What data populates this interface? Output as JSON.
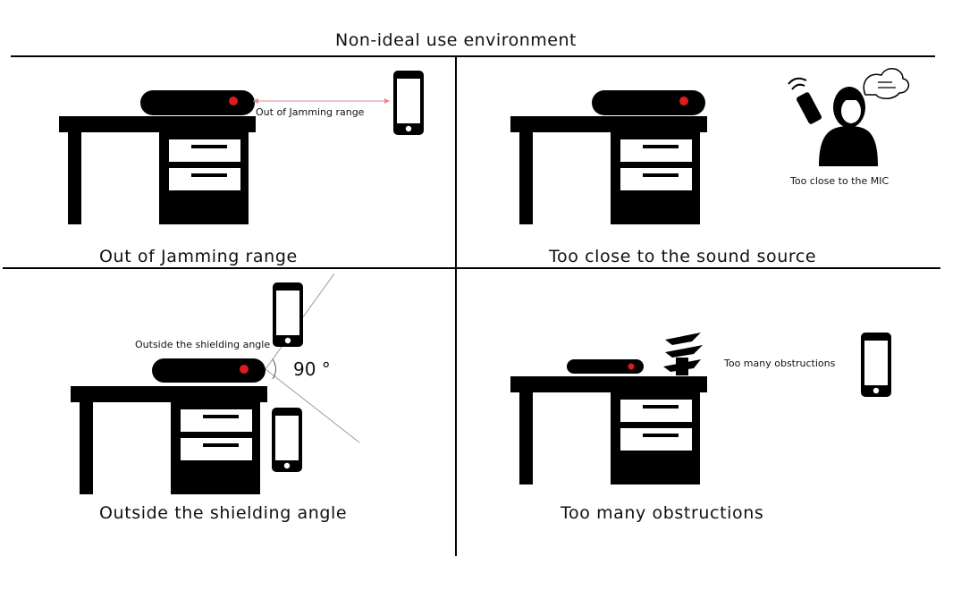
{
  "title": "Non-ideal use environment",
  "panels": [
    {
      "caption": "Out of Jamming range",
      "note": "Out of Jamming range"
    },
    {
      "caption": "Too close to the sound source",
      "note": "Too close to the MIC"
    },
    {
      "caption": "Outside the shielding angle",
      "note": "Outside the shielding angle",
      "angle": "90 °"
    },
    {
      "caption": "Too many obstructions",
      "note": "Too many obstructions"
    }
  ],
  "colors": {
    "ink": "#000000",
    "indicator": "#e01b1b",
    "guide": "#999999"
  }
}
